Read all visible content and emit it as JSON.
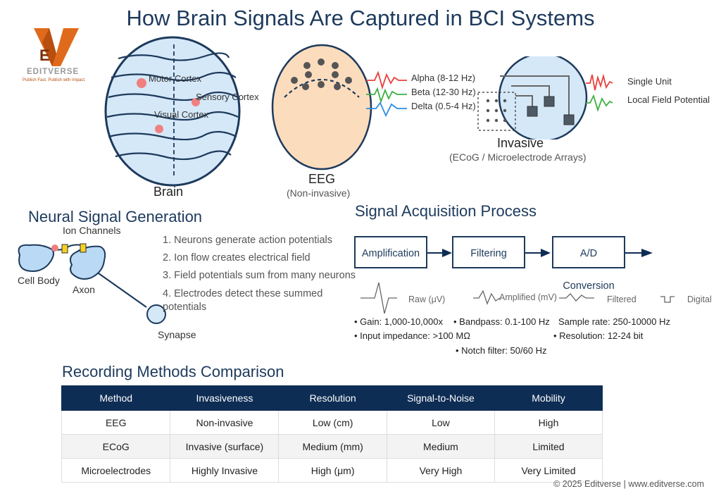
{
  "title": "How Brain Signals Are Captured in BCI Systems",
  "logo": {
    "letter": "E",
    "name": "EDITVERSE",
    "tagline": "Publish Fast. Publish with Impact."
  },
  "brain": {
    "caption": "Brain",
    "regions": [
      "Motor Cortex",
      "Sensory Cortex",
      "Visual Cortex"
    ]
  },
  "eeg": {
    "caption": "EEG",
    "subcaption": "(Non-invasive)",
    "waves": [
      "Alpha (8-12 Hz)",
      "Beta (12-30 Hz)",
      "Delta (0.5-4 Hz)"
    ],
    "wave_colors": [
      "#e8403a",
      "#3cb043",
      "#2c8de0"
    ]
  },
  "invasive": {
    "caption": "Invasive",
    "subcaption": "(ECoG / Microelectrode Arrays)",
    "signals": [
      "Single Unit",
      "Local Field Potential"
    ],
    "signal_colors": [
      "#e8403a",
      "#3cb043"
    ]
  },
  "neural": {
    "heading": "Neural Signal Generation",
    "labels": {
      "ion_channels": "Ion Channels",
      "cell_body": "Cell Body",
      "axon": "Axon",
      "synapse": "Synapse"
    },
    "steps": [
      "1. Neurons generate action potentials",
      "2. Ion flow creates electrical field",
      "3. Field potentials sum from many neurons",
      "4. Electrodes detect these summed",
      "potentials"
    ]
  },
  "acquisition": {
    "heading": "Signal Acquisition Process",
    "stages": [
      "Amplification",
      "Filtering",
      "A/D Conversion"
    ],
    "waveforms": [
      "Raw (μV)",
      "Amplified (mV)",
      "Filtered",
      "Digital"
    ],
    "specs": [
      "• Gain: 1,000-10,000x",
      "• Bandpass: 0.1-100 Hz",
      "Sample rate: 250-10000 Hz",
      "• Input impedance: >100 MΩ",
      "• Resolution: 12-24 bit",
      "• Notch filter: 50/60 Hz"
    ]
  },
  "comparison": {
    "heading": "Recording Methods Comparison",
    "columns": [
      "Method",
      "Invasiveness",
      "Resolution",
      "Signal-to-Noise",
      "Mobility"
    ],
    "rows": [
      [
        "EEG",
        "Non-invasive",
        "Low (cm)",
        "Low",
        "High"
      ],
      [
        "ECoG",
        "Invasive (surface)",
        "Medium (mm)",
        "Medium",
        "Limited"
      ],
      [
        "Microelectrodes",
        "Highly Invasive",
        "High (μm)",
        "Very High",
        "Very Limited"
      ]
    ]
  },
  "footer": "© 2025 Editverse | www.editverse.com",
  "colors": {
    "navy": "#1d3a5c",
    "brain_fill": "#d5e8f8",
    "head_fill": "#fbdcbd",
    "neuron_fill": "#b9d9f5",
    "region_dot": "#f08080",
    "logo_orange": "#e06a1b"
  }
}
